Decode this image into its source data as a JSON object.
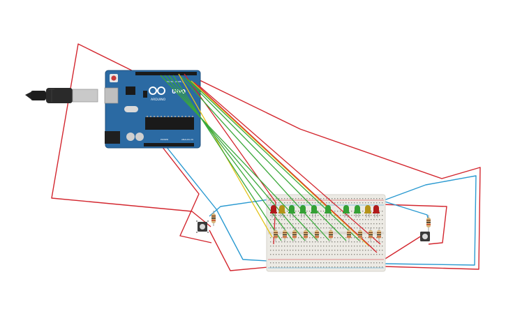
{
  "board": {
    "brand_text": "ARDUINO",
    "model_text": "UNO",
    "power_label": "POWER",
    "analog_label": "ANALOG IN",
    "digital_label": "DIGITAL (PWM~)",
    "color": "#2b6aa3"
  },
  "colors": {
    "wire_red": "#d3262e",
    "wire_green": "#3aa83a",
    "wire_yellow": "#e3c31a",
    "wire_blue": "#2b9ad1",
    "breadboard": "#eceae4",
    "led_red": "#b11a1a",
    "led_green": "#34a034",
    "led_yellow": "#b59318"
  },
  "leds": [
    {
      "color": "red"
    },
    {
      "color": "yellow"
    },
    {
      "color": "green"
    },
    {
      "color": "green"
    },
    {
      "color": "green"
    },
    {
      "color": "green"
    },
    {
      "color": "green"
    },
    {
      "color": "green"
    },
    {
      "color": "yellow"
    },
    {
      "color": "red"
    }
  ],
  "icons": [
    "usb-cable-icon",
    "reset-button-icon",
    "pushbutton-icon",
    "resistor-icon",
    "led-icon"
  ]
}
